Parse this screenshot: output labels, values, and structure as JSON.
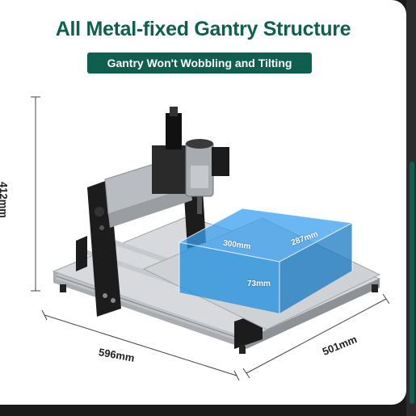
{
  "header": {
    "title": "All Metal-fixed Gantry Structure",
    "badge": "Gantry Won't Wobbling and Tilting"
  },
  "dimensions": {
    "height": "412mm",
    "depth": "596mm",
    "width": "501mm"
  },
  "work_area": {
    "x": "300mm",
    "y": "287mm",
    "z": "73mm"
  },
  "colors": {
    "brand_green": "#0f5e4f",
    "work_area_blue": "#1e8fe0",
    "frame_black": "#1c1c1c",
    "rail_silver": "#b9bcc0"
  }
}
